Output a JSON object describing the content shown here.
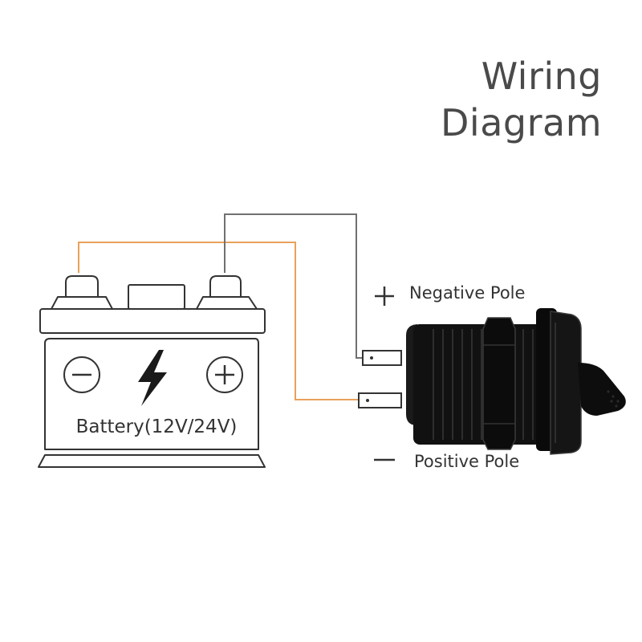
{
  "title": {
    "line1": "Wiring",
    "line2": "Diagram"
  },
  "battery": {
    "label": "Battery(12V/24V)",
    "minus_symbol": "−",
    "plus_symbol": "+"
  },
  "poles": {
    "top": {
      "symbol": "+",
      "label": "Negative Pole"
    },
    "bottom": {
      "symbol": "−",
      "label": "Positive Pole"
    }
  },
  "wire_colors": {
    "orange": "#E8A15A",
    "grey": "#707070"
  },
  "socket_color": "#111111"
}
